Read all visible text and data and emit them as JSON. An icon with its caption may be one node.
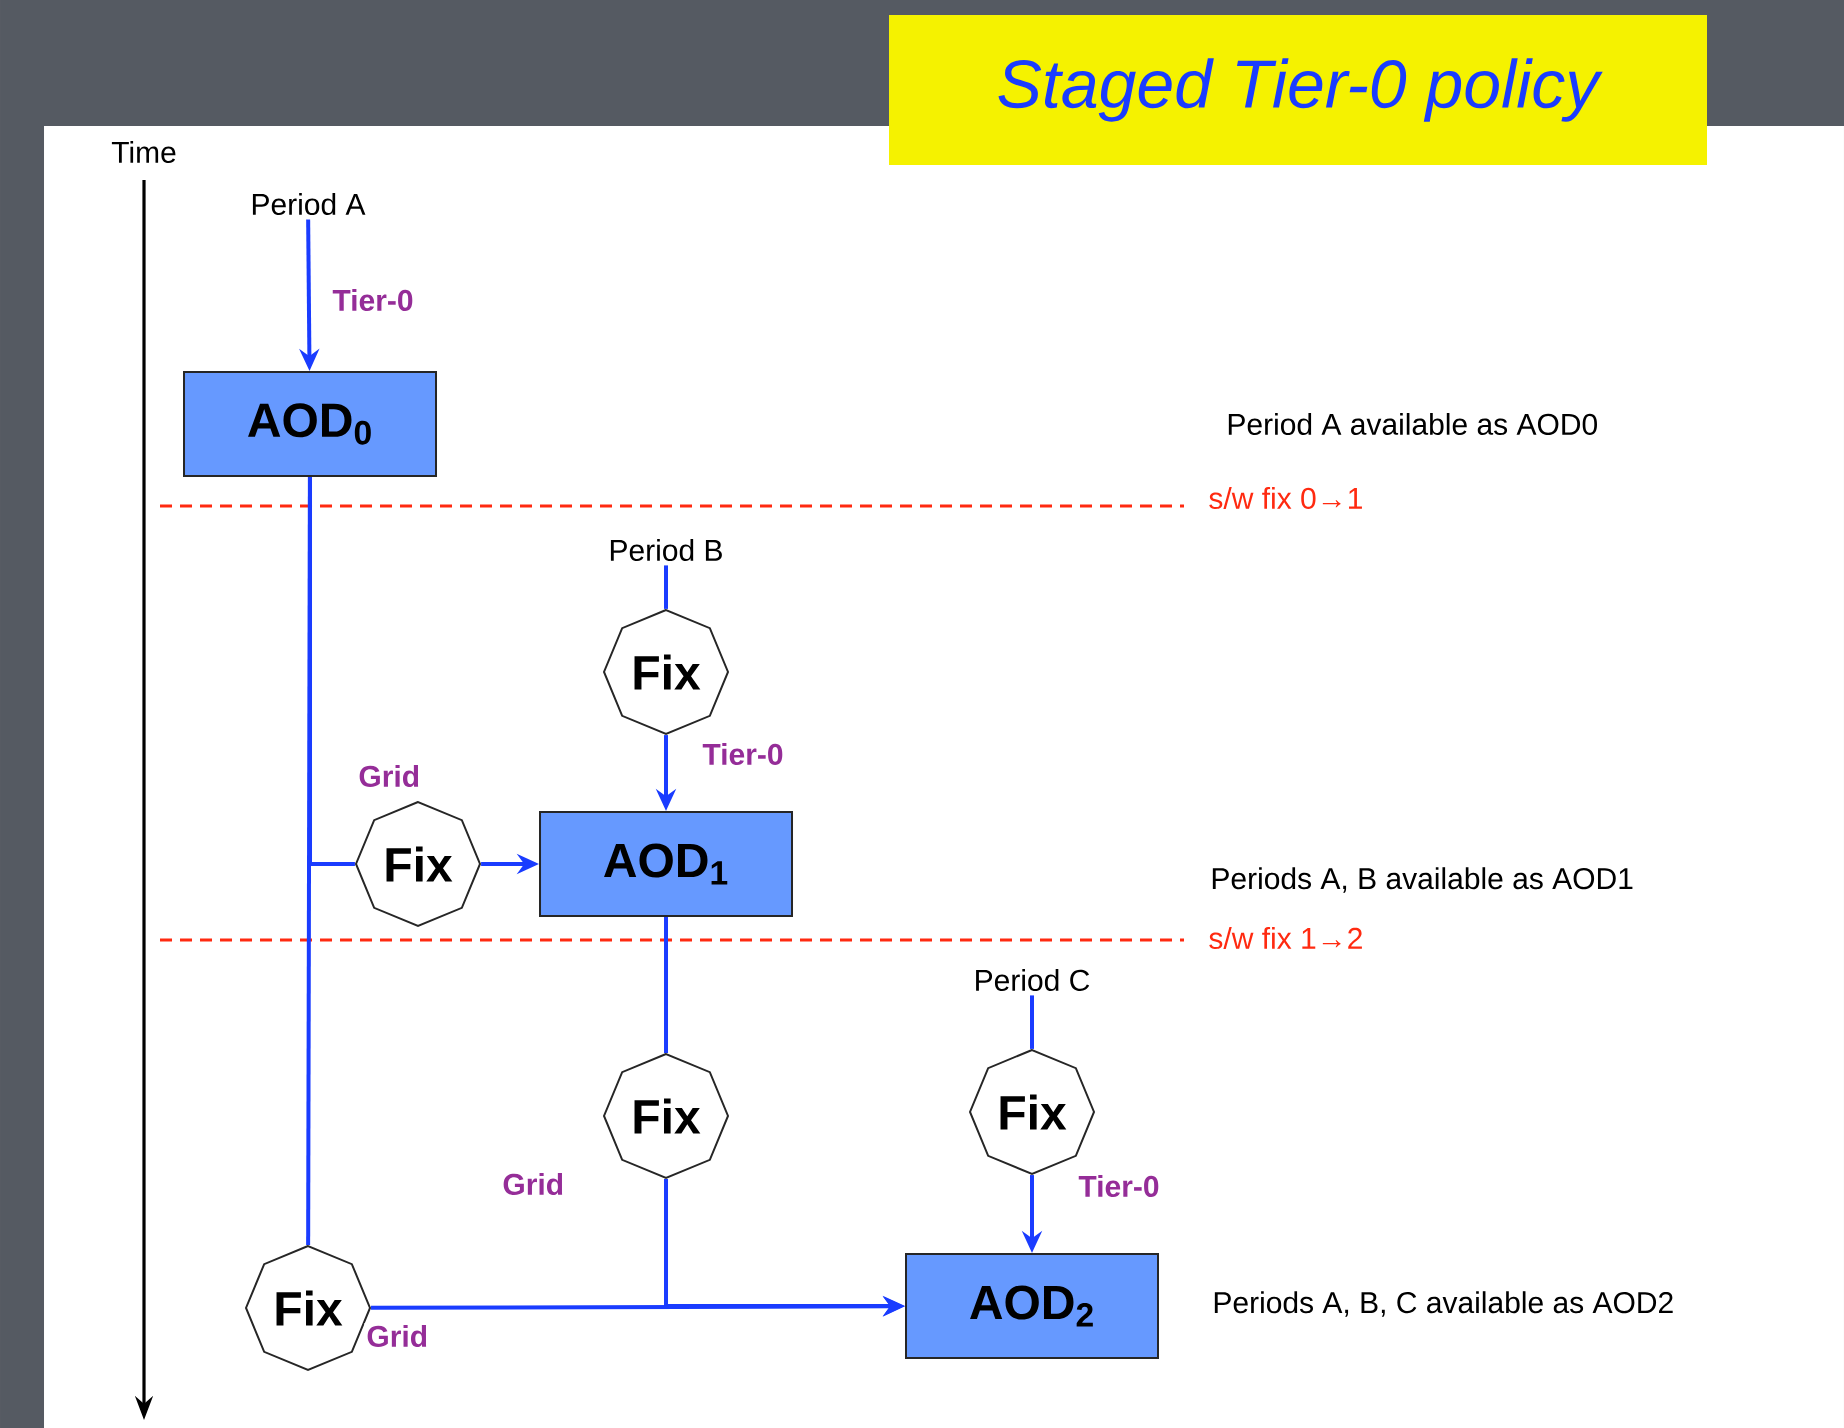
{
  "diagram": {
    "title": "Staged Tier-0 policy",
    "nodes": [
      {
        "text": [
          "Period A"
        ]
      },
      {
        "text": [
          "AOD$_{0}$"
        ]
      },
      {
        "text": [
          "Period B"
        ]
      },
      {
        "text": [
          "Fix"
        ]
      },
      {
        "text": [
          "Fix"
        ]
      },
      {
        "text": [
          "AOD$_{1}$"
        ]
      },
      {
        "text": [
          "Period C"
        ]
      },
      {
        "text": [
          "Fix"
        ]
      },
      {
        "text": [
          "Fix"
        ]
      },
      {
        "text": [
          "Fix"
        ]
      },
      {
        "text": [
          "AOD$_{2}$"
        ]
      }
    ],
    "edges": [
      {
        "from": 0,
        "to": 1,
        "arrow": "to",
        "label": "Tier-0"
      },
      {
        "from": 2,
        "to": 3,
        "arrow": "none"
      },
      {
        "from": 3,
        "to": 5,
        "arrow": "to",
        "label": "Tier-0"
      },
      {
        "from": 1,
        "to": 4,
        "arrow": "none",
        "label": "Grid"
      },
      {
        "from": 4,
        "to": 5,
        "arrow": "to"
      },
      {
        "from": 1,
        "to": 9,
        "arrow": "none"
      },
      {
        "from": 5,
        "to": 8,
        "arrow": "none"
      },
      {
        "from": 6,
        "to": 7,
        "arrow": "none"
      },
      {
        "from": 7,
        "to": 10,
        "arrow": "to",
        "label": "Tier-0"
      },
      {
        "from": 8,
        "to": 10,
        "arrow": "to",
        "label": "Grid"
      },
      {
        "from": 9,
        "to": 10,
        "arrow": "to",
        "label": "Grid"
      }
    ],
    "labels": [
      "Time",
      "Period A available as AOD0",
      "s/w fix 0→1",
      "Periods A, B available as AOD1",
      "s/w fix 1→2",
      "Periods A, B, C available as AOD2"
    ]
  }
}
